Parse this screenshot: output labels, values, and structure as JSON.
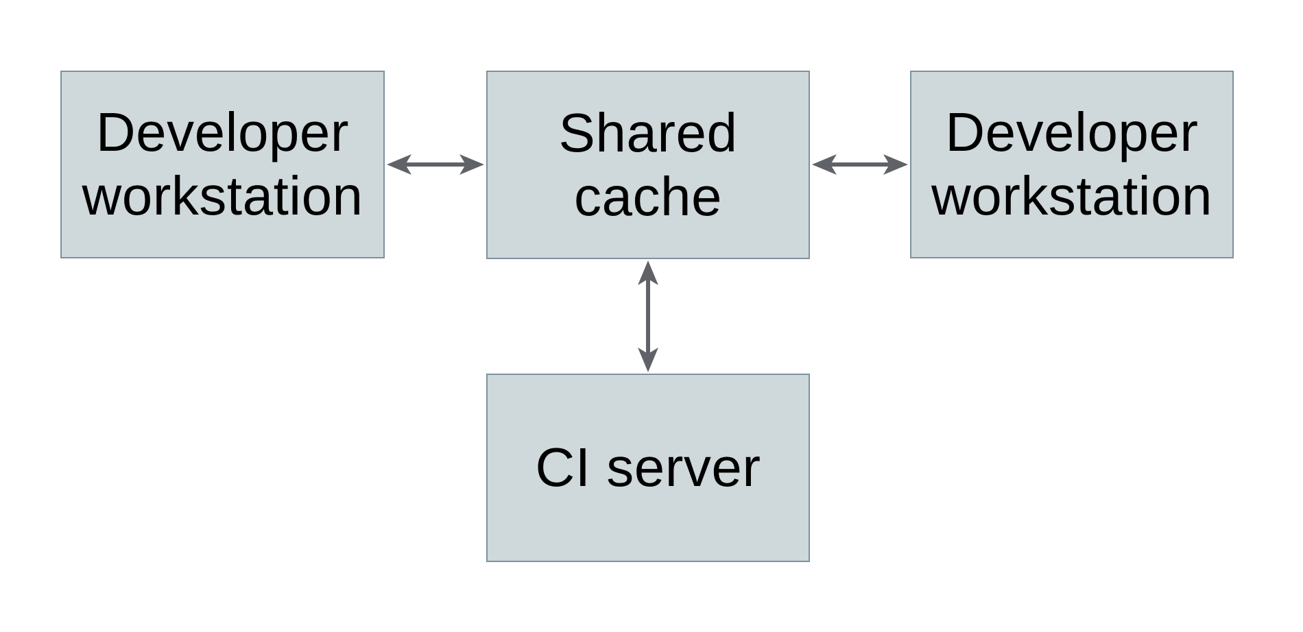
{
  "diagram": {
    "colors": {
      "background": "#ffffff",
      "node_fill": "#cfd8da",
      "node_border": "#7d929d",
      "arrow": "#5f6368",
      "text": "#000000"
    },
    "nodes": [
      {
        "id": "developer-workstation-left",
        "label": "Developer\nworkstation"
      },
      {
        "id": "shared-cache",
        "label": "Shared\ncache"
      },
      {
        "id": "developer-workstation-right",
        "label": "Developer\nworkstation"
      },
      {
        "id": "ci-server",
        "label": "CI server"
      }
    ],
    "edges": [
      {
        "from": "developer-workstation-left",
        "to": "shared-cache",
        "style": "double-headed-arrow"
      },
      {
        "from": "shared-cache",
        "to": "developer-workstation-right",
        "style": "double-headed-arrow"
      },
      {
        "from": "shared-cache",
        "to": "ci-server",
        "style": "double-headed-arrow"
      }
    ]
  }
}
